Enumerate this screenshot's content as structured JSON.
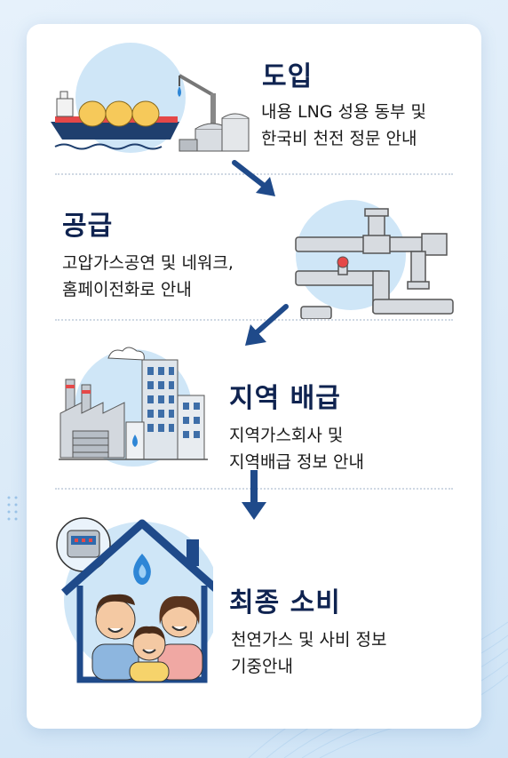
{
  "steps": [
    {
      "title": "도입",
      "lines": [
        "내용 LNG 성용 동부 및",
        "한국비 천전 정문 안내"
      ]
    },
    {
      "title": "공급",
      "lines": [
        "고압가스공연 및 네워크,",
        "홈페이전화로 안내"
      ]
    },
    {
      "title": "지역 배급",
      "lines": [
        "지역가스회사 및",
        "지역배급 정보 안내"
      ]
    },
    {
      "title": "최종 소비",
      "lines": [
        "천연가스 및 사비 정보",
        "기중안내"
      ]
    }
  ],
  "colors": {
    "title": "#0f2350",
    "arrow": "#1f4a8a",
    "accent": "#cfe6f7"
  }
}
